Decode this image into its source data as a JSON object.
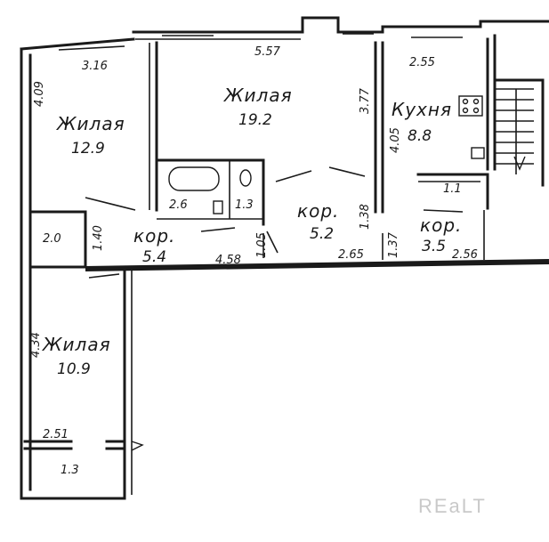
{
  "rooms": {
    "living_left": {
      "name": "Жилая",
      "area": "12.9"
    },
    "living_center": {
      "name": "Жилая",
      "area": "19.2"
    },
    "kitchen": {
      "name": "Кухня",
      "area": "8.8"
    },
    "living_bottom": {
      "name": "Жилая",
      "area": "10.9"
    },
    "corridor_left": {
      "name": "кор.",
      "area": "5.4"
    },
    "corridor_center": {
      "name": "кор.",
      "area": "5.2"
    },
    "corridor_right": {
      "name": "кор.",
      "area": "3.5"
    },
    "bath": {
      "area": "2.6"
    },
    "toilet": {
      "area": "1.3"
    },
    "storage_left": {
      "area": "2.0"
    },
    "storage_right": {
      "area": "1.1"
    },
    "balcony": {
      "area": "1.3"
    }
  },
  "dimensions": {
    "d_3_16": "3.16",
    "d_4_09": "4.09",
    "d_5_57": "5.57",
    "d_3_77": "3.77",
    "d_2_55": "2.55",
    "d_4_05": "4.05",
    "d_1_40": "1.40",
    "d_1_05": "1.05",
    "d_4_58": "4.58",
    "d_1_38": "1.38",
    "d_2_65": "2.65",
    "d_1_37": "1.37",
    "d_2_56": "2.56",
    "d_4_34": "4.34",
    "d_2_51": "2.51"
  },
  "watermark": "REaLT"
}
